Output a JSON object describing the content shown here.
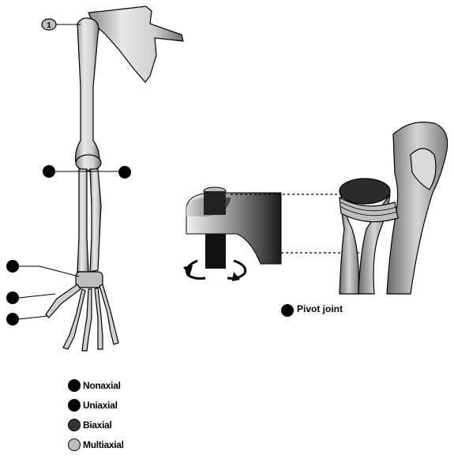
{
  "callouts": {
    "shoulder_number": "1"
  },
  "legend": {
    "items": [
      {
        "label": "Nonaxial",
        "color": "#000000"
      },
      {
        "label": "Uniaxial",
        "color": "#000000"
      },
      {
        "label": "Biaxial",
        "color": "#333333"
      },
      {
        "label": "Multiaxial",
        "color": "#bdbdbd"
      }
    ]
  },
  "pivot": {
    "label": "Pivot joint",
    "color": "#000000"
  }
}
